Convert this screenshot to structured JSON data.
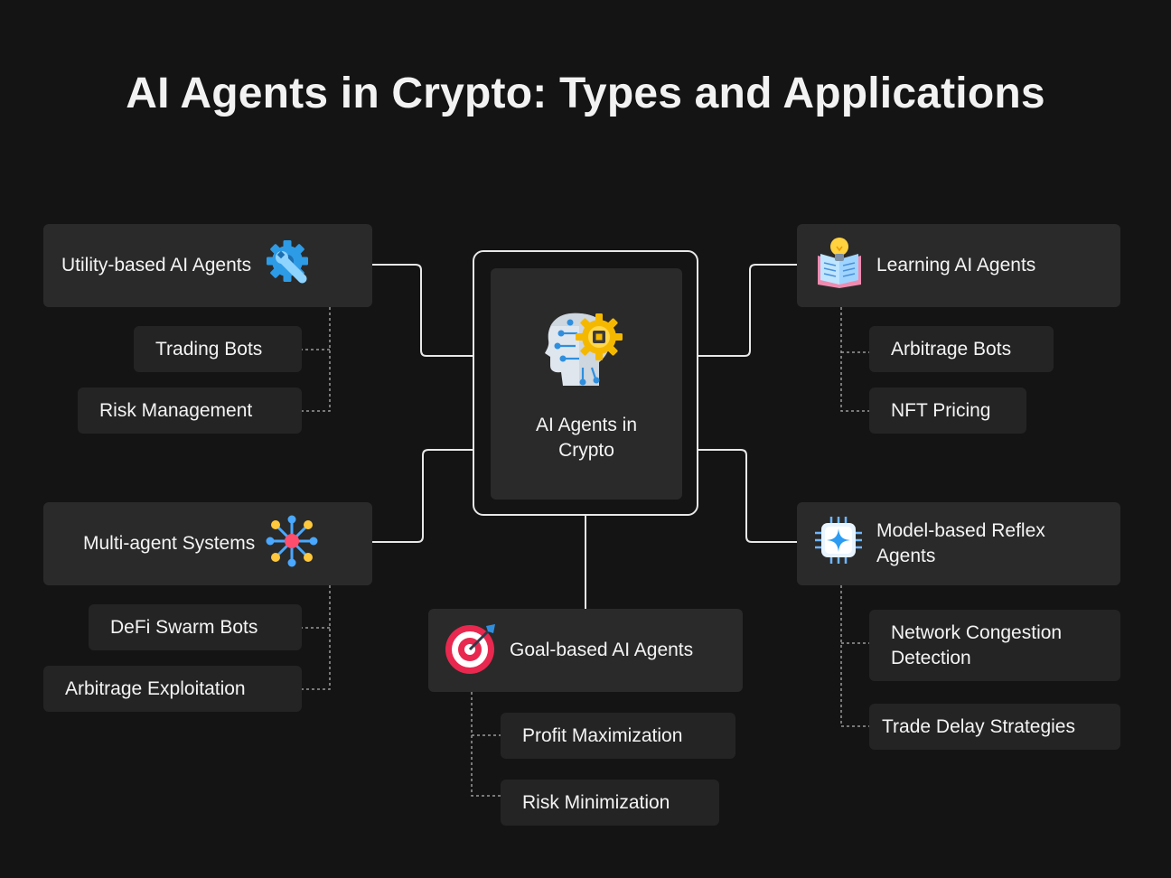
{
  "title": "AI Agents in Crypto: Types and Applications",
  "center": {
    "label_line1": "AI Agents in",
    "label_line2": "Crypto",
    "icon": "ai-head-chip-icon"
  },
  "categories": {
    "utility": {
      "label": "Utility-based AI Agents",
      "icon": "gear-wrench-icon",
      "items": [
        "Trading Bots",
        "Risk Management"
      ]
    },
    "multi": {
      "label": "Multi-agent Systems",
      "icon": "network-hub-icon",
      "items": [
        "DeFi Swarm Bots",
        "Arbitrage Exploitation"
      ]
    },
    "learning": {
      "label": "Learning AI Agents",
      "icon": "book-lightbulb-icon",
      "items": [
        "Arbitrage Bots",
        "NFT Pricing"
      ]
    },
    "reflex": {
      "label_line1": "Model-based Reflex",
      "label_line2": "Agents",
      "icon": "chip-sparkle-icon",
      "items": [
        "Network Congestion",
        "Detection",
        "Trade Delay Strategies"
      ]
    },
    "goal": {
      "label": "Goal-based AI Agents",
      "icon": "target-dart-icon",
      "items": [
        "Profit Maximization",
        "Risk Minimization"
      ]
    }
  },
  "colors": {
    "background": "#141414",
    "node": "#2a2a2a",
    "leaf": "#242424",
    "line": "#e8e8e8",
    "dotted": "#9a9a9a"
  }
}
